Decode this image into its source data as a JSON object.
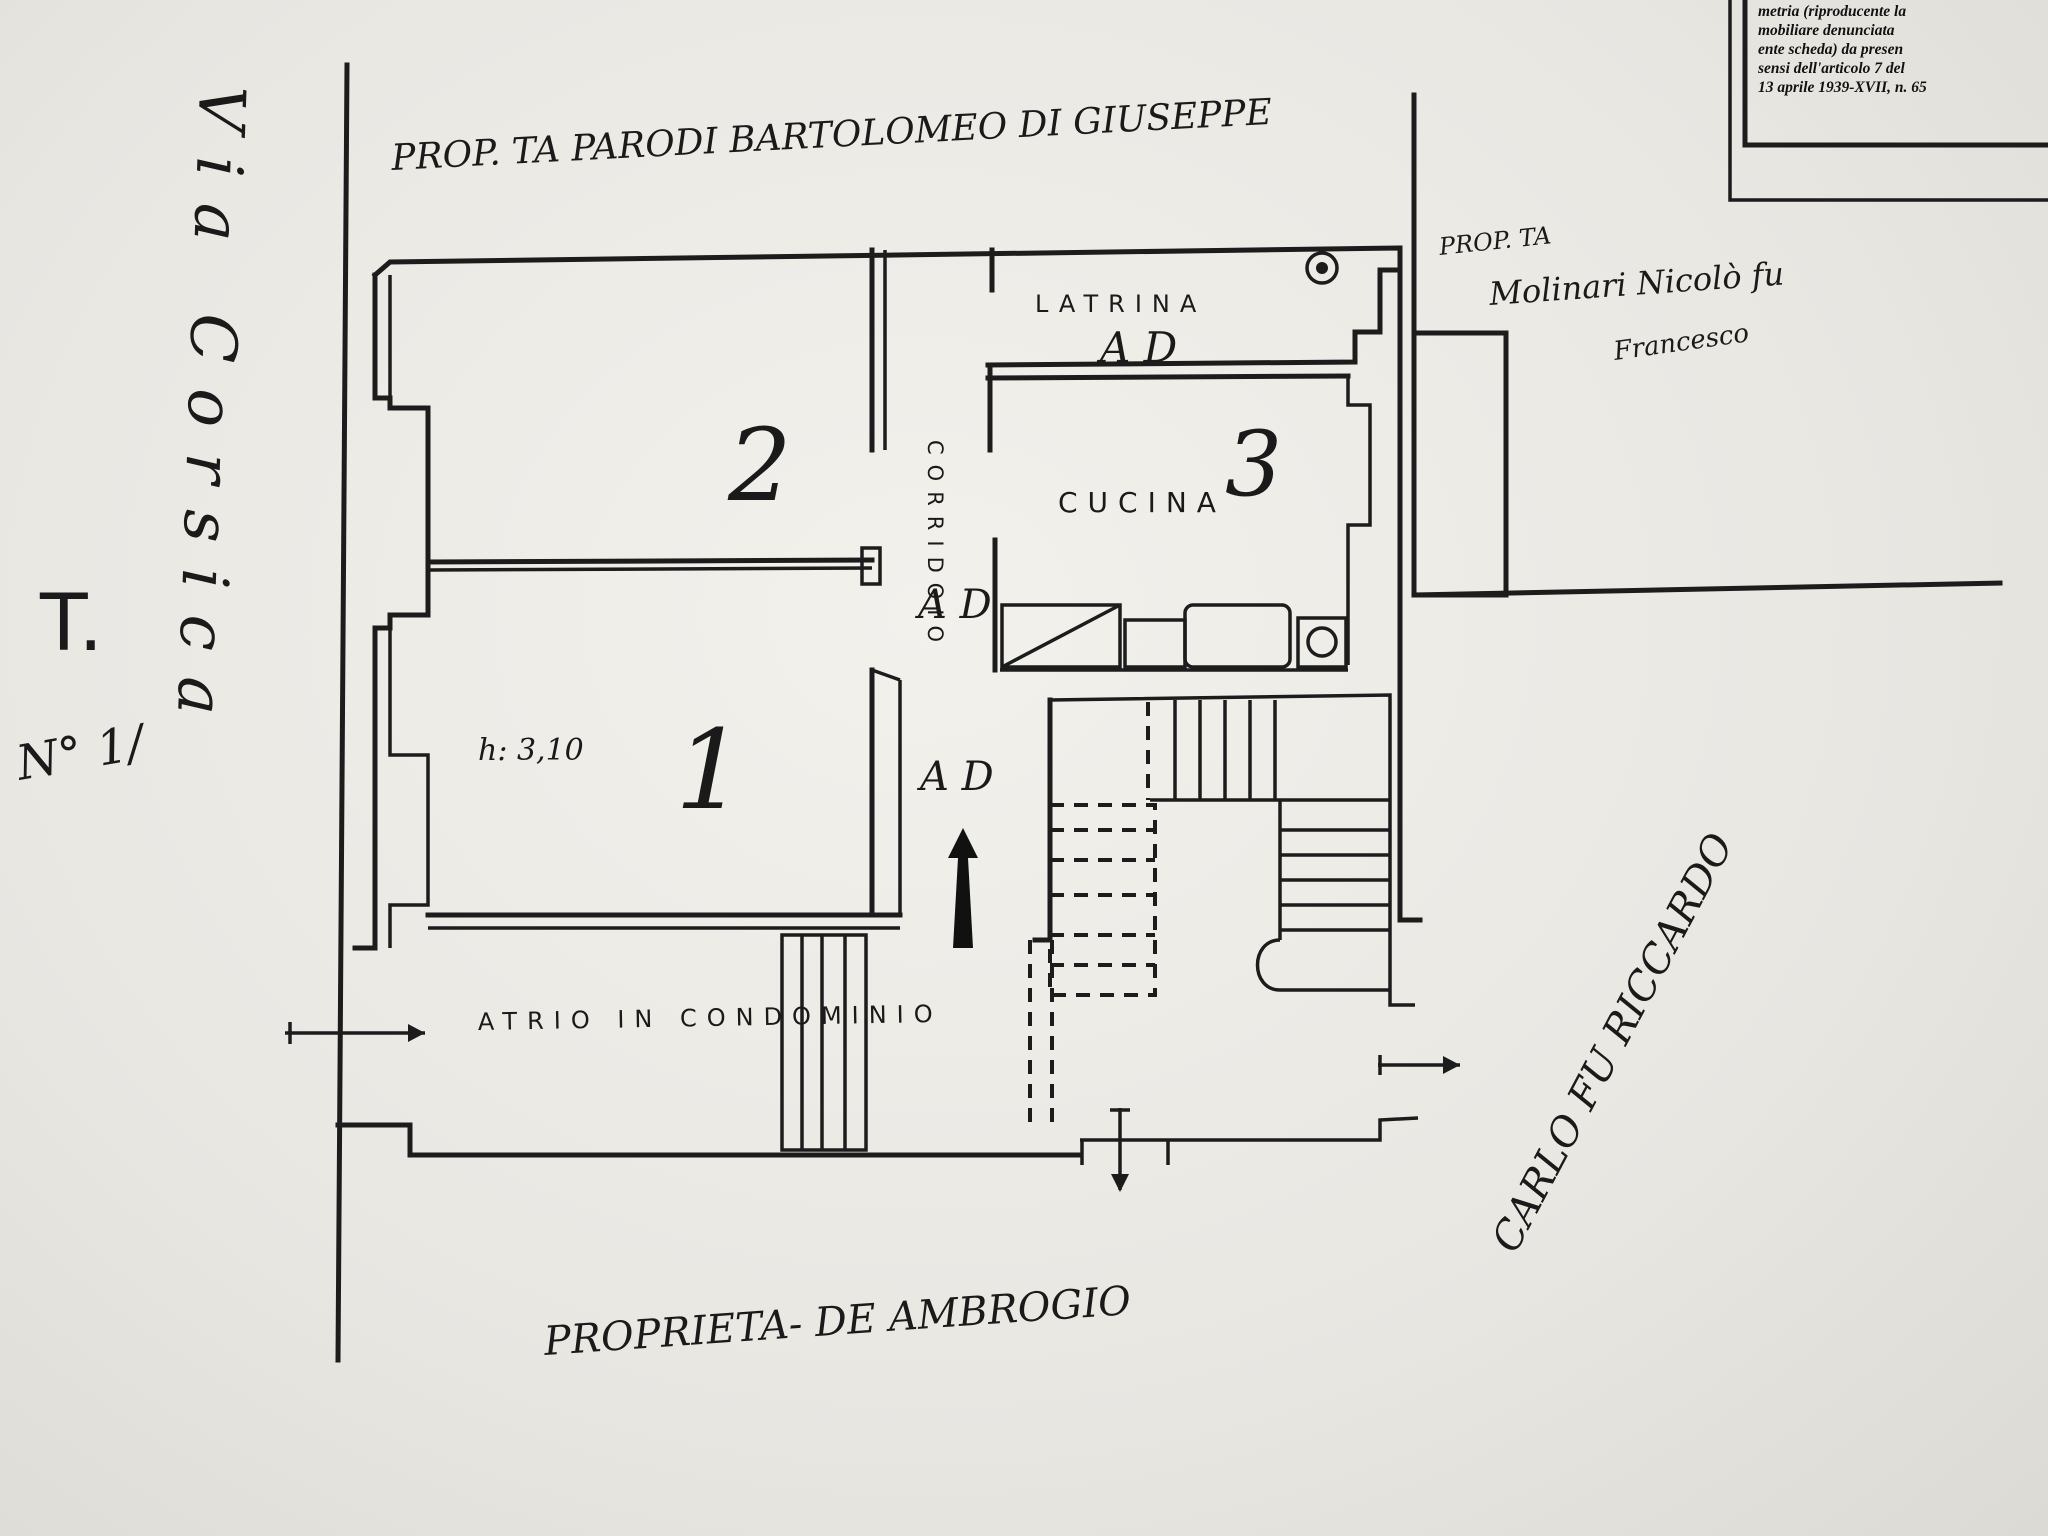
{
  "top_owner": "PROP. TA PARODI BARTOLOMEO DI GIUSEPPE",
  "right_owner": {
    "prefix": "PROP. TA",
    "name": "Molinari Nicolò fu",
    "line2": "Francesco"
  },
  "bottom_owner": "PROPRIETA- DE AMBROGIO",
  "curve_owner": "CARLO FU RICCARDO",
  "street": "Via Corsica",
  "rooms": {
    "latrina": "LATRINA",
    "latrina_mark": "A D",
    "cucina": "CUCINA",
    "room2_number": "2",
    "room3_number": "3",
    "room1_number": "1",
    "height": "h: 3,10",
    "corridoio": "CORRIDOIO",
    "corridoio_mark_upper": "A D",
    "corridoio_mark_lower": "A D",
    "atrio": "ATRIO IN CONDOMINIO"
  },
  "margin_marks": {
    "letter": "T.",
    "fraction": "N° 1/"
  },
  "stamp_lines": [
    "metria (riproducente la",
    "mobiliare denunciata",
    "ente scheda) da presen",
    "sensi dell'articolo 7 del",
    "13 aprile 1939-XVII, n. 65"
  ]
}
